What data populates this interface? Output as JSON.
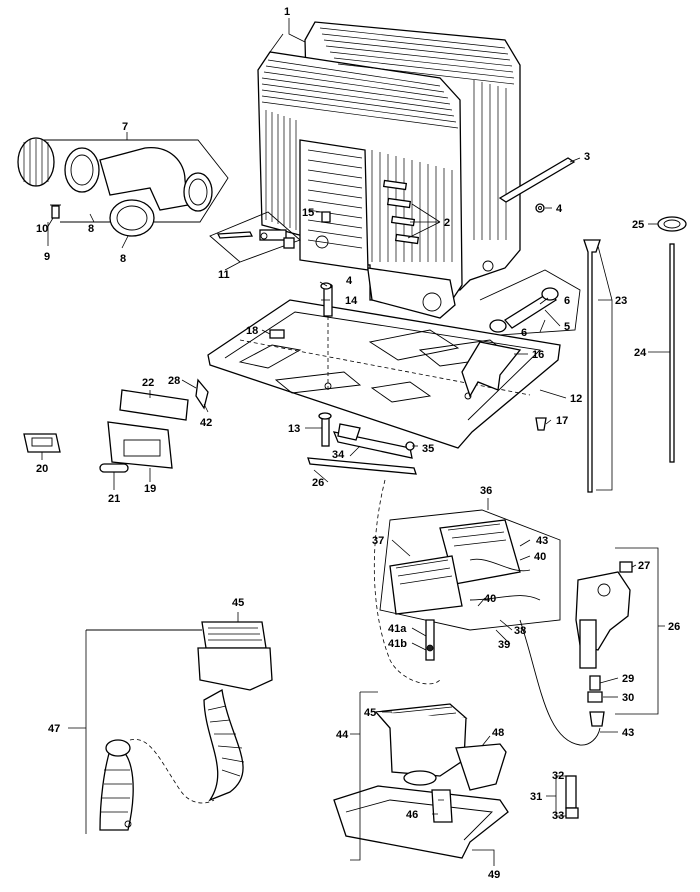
{
  "parts": [
    {
      "id": "1",
      "label": "1"
    },
    {
      "id": "2",
      "label": "2"
    },
    {
      "id": "3",
      "label": "3"
    },
    {
      "id": "4a",
      "label": "4"
    },
    {
      "id": "4b",
      "label": "4"
    },
    {
      "id": "5",
      "label": "5"
    },
    {
      "id": "6a",
      "label": "6"
    },
    {
      "id": "6b",
      "label": "6"
    },
    {
      "id": "7",
      "label": "7"
    },
    {
      "id": "8a",
      "label": "8"
    },
    {
      "id": "8b",
      "label": "8"
    },
    {
      "id": "9",
      "label": "9"
    },
    {
      "id": "10",
      "label": "10"
    },
    {
      "id": "11",
      "label": "11"
    },
    {
      "id": "12",
      "label": "12"
    },
    {
      "id": "13",
      "label": "13"
    },
    {
      "id": "14",
      "label": "14"
    },
    {
      "id": "15",
      "label": "15"
    },
    {
      "id": "16",
      "label": "16"
    },
    {
      "id": "17",
      "label": "17"
    },
    {
      "id": "18",
      "label": "18"
    },
    {
      "id": "19",
      "label": "19"
    },
    {
      "id": "20",
      "label": "20"
    },
    {
      "id": "21",
      "label": "21"
    },
    {
      "id": "22",
      "label": "22"
    },
    {
      "id": "23",
      "label": "23"
    },
    {
      "id": "24",
      "label": "24"
    },
    {
      "id": "25",
      "label": "25"
    },
    {
      "id": "26a",
      "label": "26"
    },
    {
      "id": "26b",
      "label": "26"
    },
    {
      "id": "27",
      "label": "27"
    },
    {
      "id": "28",
      "label": "28"
    },
    {
      "id": "29",
      "label": "29"
    },
    {
      "id": "30",
      "label": "30"
    },
    {
      "id": "31",
      "label": "31"
    },
    {
      "id": "32",
      "label": "32"
    },
    {
      "id": "33",
      "label": "33"
    },
    {
      "id": "34",
      "label": "34"
    },
    {
      "id": "35",
      "label": "35"
    },
    {
      "id": "36",
      "label": "36"
    },
    {
      "id": "37",
      "label": "37"
    },
    {
      "id": "38",
      "label": "38"
    },
    {
      "id": "39",
      "label": "39"
    },
    {
      "id": "40a",
      "label": "40"
    },
    {
      "id": "40b",
      "label": "40"
    },
    {
      "id": "41a",
      "label": "41a"
    },
    {
      "id": "41b",
      "label": "41b"
    },
    {
      "id": "42",
      "label": "42"
    },
    {
      "id": "43a",
      "label": "43"
    },
    {
      "id": "43b",
      "label": "43"
    },
    {
      "id": "44",
      "label": "44"
    },
    {
      "id": "45a",
      "label": "45"
    },
    {
      "id": "45b",
      "label": "45"
    },
    {
      "id": "46",
      "label": "46"
    },
    {
      "id": "47",
      "label": "47"
    },
    {
      "id": "48",
      "label": "48"
    },
    {
      "id": "49",
      "label": "49"
    }
  ]
}
